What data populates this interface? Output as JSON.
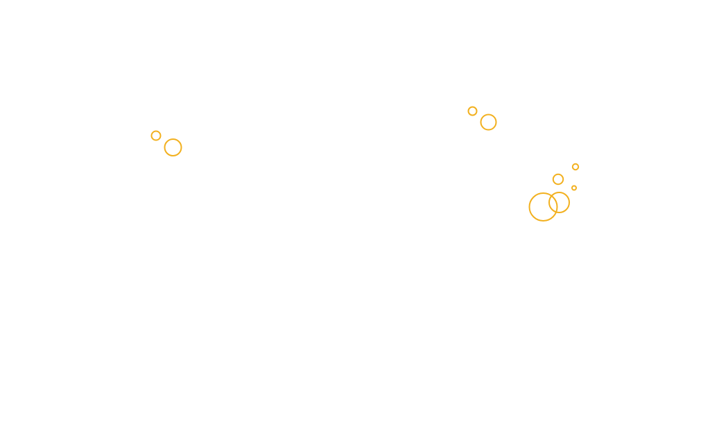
{
  "background": "#ffffff",
  "accent": "#f2b01e",
  "groups": [
    {
      "name": "left-bubble-pair",
      "count": 2
    },
    {
      "name": "top-right-bubble-pair",
      "count": 2
    },
    {
      "name": "right-bubble-cluster",
      "count": 5
    }
  ]
}
